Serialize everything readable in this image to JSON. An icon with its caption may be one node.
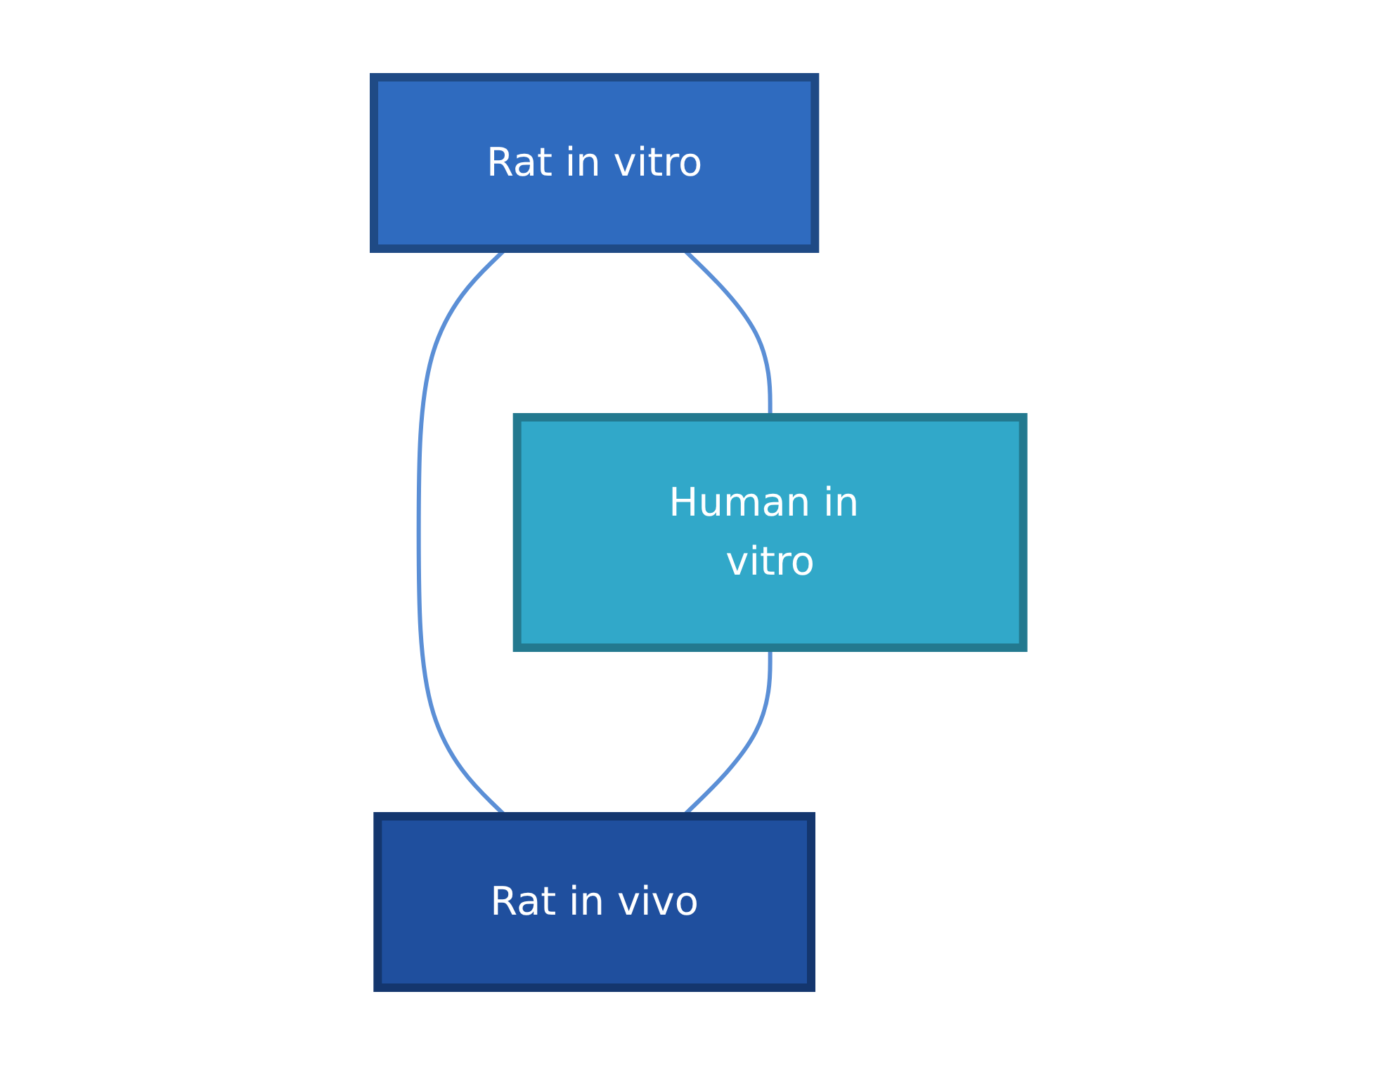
{
  "diagram": {
    "nodes": [
      {
        "text": [
          "Rat in vitro"
        ]
      },
      {
        "text": [
          "Human in vitro"
        ]
      },
      {
        "text": [
          "Rat in vivo"
        ]
      }
    ],
    "edges": [
      {
        "from": 0,
        "to": 1,
        "arrow": "none"
      },
      {
        "from": 0,
        "to": 2,
        "arrow": "none"
      },
      {
        "from": 1,
        "to": 2,
        "arrow": "none"
      }
    ]
  }
}
